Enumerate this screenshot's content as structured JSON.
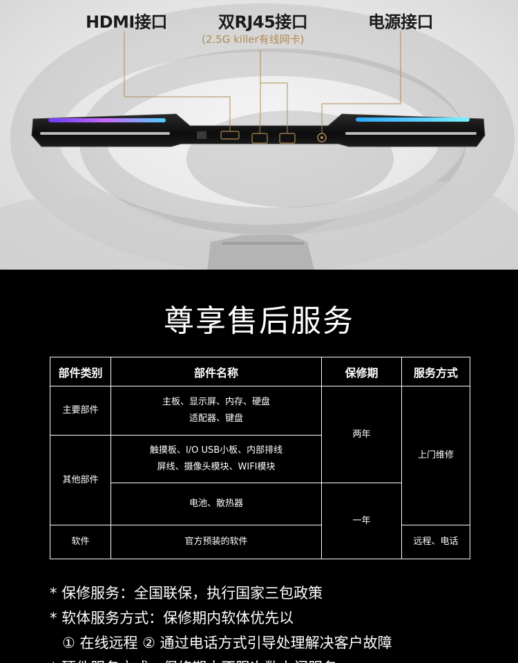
{
  "ports": {
    "hdmi": "HDMI接口",
    "rj45": "双RJ45接口",
    "rj45_sub": "(2.5G killer有线网卡)",
    "power": "电源接口"
  },
  "service": {
    "title": "尊享售后服务",
    "headers": [
      "部件类别",
      "部件名称",
      "保修期",
      "服务方式"
    ],
    "rows": {
      "main_category": "主要部件",
      "main_parts_line1": "主板、显示屏、内存、硬盘",
      "main_parts_line2": "适配器、键盘",
      "two_years": "两年",
      "onsite": "上门维修",
      "other_category": "其他部件",
      "other_parts_line1": "触摸板、I/O USB小板、内部排线",
      "other_parts_line2": "屏线、摄像头模块、WIFI模块",
      "battery_parts": "电池、散热器",
      "one_year": "一年",
      "software_category": "软件",
      "software_parts": "官方预装的软件",
      "remote": "远程、电话"
    }
  },
  "notes": {
    "line1": "* 保修服务：全国联保，执行国家三包政策",
    "line2": "* 软体服务方式：保修期内软体优先以",
    "line3": "① 在线远程  ② 通过电话方式引导处理解决客户故障",
    "line4": "* 硬件服务方式：保修期内不限次数上门服务"
  }
}
